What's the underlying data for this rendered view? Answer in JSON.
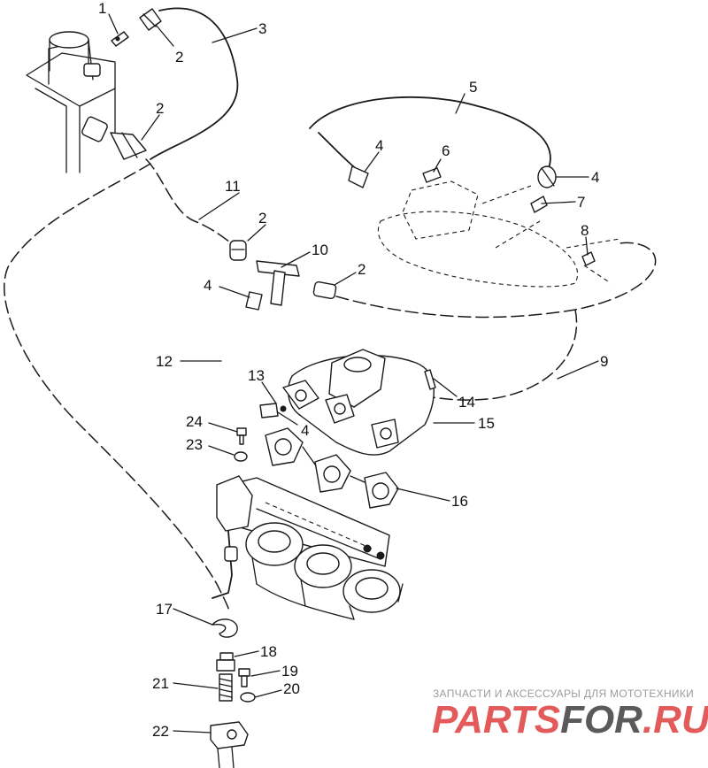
{
  "callouts": [
    {
      "id": "1",
      "label": "1"
    },
    {
      "id": "2a",
      "label": "2"
    },
    {
      "id": "3",
      "label": "3"
    },
    {
      "id": "2b",
      "label": "2"
    },
    {
      "id": "5",
      "label": "5"
    },
    {
      "id": "4a",
      "label": "4"
    },
    {
      "id": "6",
      "label": "6"
    },
    {
      "id": "4b",
      "label": "4"
    },
    {
      "id": "7",
      "label": "7"
    },
    {
      "id": "11",
      "label": "11"
    },
    {
      "id": "2c",
      "label": "2"
    },
    {
      "id": "8",
      "label": "8"
    },
    {
      "id": "10",
      "label": "10"
    },
    {
      "id": "2d",
      "label": "2"
    },
    {
      "id": "4c",
      "label": "4"
    },
    {
      "id": "12",
      "label": "12"
    },
    {
      "id": "9",
      "label": "9"
    },
    {
      "id": "13",
      "label": "13"
    },
    {
      "id": "14",
      "label": "14"
    },
    {
      "id": "15",
      "label": "15"
    },
    {
      "id": "24",
      "label": "24"
    },
    {
      "id": "4d",
      "label": "4"
    },
    {
      "id": "23",
      "label": "23"
    },
    {
      "id": "16",
      "label": "16"
    },
    {
      "id": "17",
      "label": "17"
    },
    {
      "id": "18",
      "label": "18"
    },
    {
      "id": "19",
      "label": "19"
    },
    {
      "id": "21",
      "label": "21"
    },
    {
      "id": "20",
      "label": "20"
    },
    {
      "id": "22",
      "label": "22"
    }
  ],
  "watermark": {
    "tagline": "ЗАПЧАСТИ И АКСЕССУАРЫ ДЛЯ МОТОТЕХНИКИ",
    "brand_part1": "PARTS",
    "brand_part2": "FOR",
    "brand_part3": ".RU",
    "color_red": "#e35a5a",
    "color_dark": "#5a5a5a"
  }
}
